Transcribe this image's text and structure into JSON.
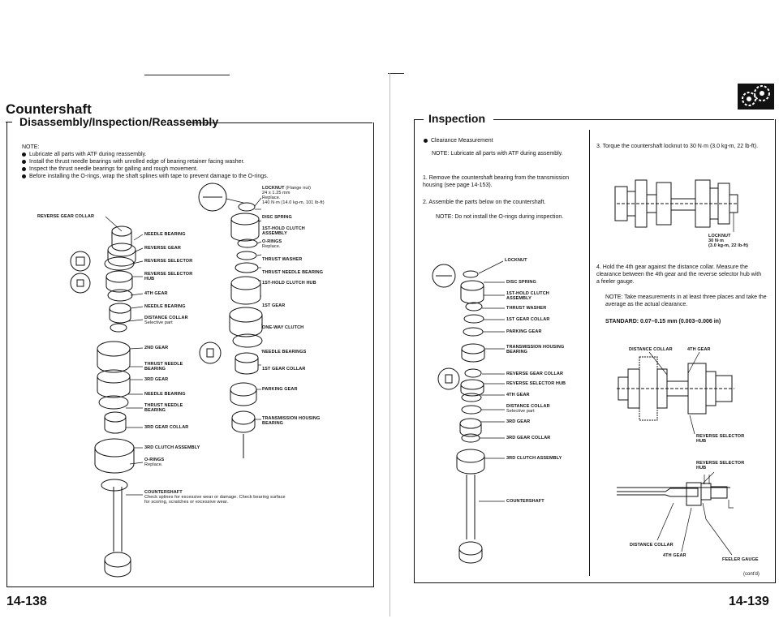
{
  "left_page": {
    "section_title": "Countershaft",
    "subsection_title": "Disassembly/Inspection/Reassembly",
    "note_heading": "NOTE:",
    "notes": [
      "Lubricate all parts with ATF during reassembly.",
      "Install the thrust needle bearings with unrolled edge of bearing retainer facing washer.",
      "Inspect the thrust needle bearings for galling and rough movement.",
      "Before installing the O-rings, wrap the shaft splines with tape to prevent damage to the O-rings."
    ],
    "labels_left": {
      "reverse_gear_collar": "REVERSE GEAR COLLAR",
      "needle_bearing_1": "NEEDLE BEARING",
      "reverse_gear": "REVERSE GEAR",
      "reverse_selector": "REVERSE SELECTOR",
      "reverse_selector_hub": "REVERSE SELECTOR HUB",
      "fourth_gear": "4TH GEAR",
      "needle_bearing_2": "NEEDLE BEARING",
      "distance_collar": "DISTANCE COLLAR",
      "distance_collar_sub": "Selective part",
      "second_gear": "2ND GEAR",
      "thrust_needle_bearing_1": "THRUST NEEDLE BEARING",
      "third_gear": "3RD GEAR",
      "needle_bearing_3": "NEEDLE BEARING",
      "thrust_needle_bearing_2": "THRUST NEEDLE BEARING",
      "third_gear_collar": "3RD GEAR COLLAR",
      "third_clutch_assembly": "3RD CLUTCH ASSEMBLY",
      "o_rings": "O-RINGS",
      "o_rings_sub": "Replace.",
      "countershaft": "COUNTERSHAFT",
      "countershaft_sub": "Check splines for excessive wear or damage. Check bearing surface for scoring, scratches or excessive wear."
    },
    "labels_right": {
      "locknut": "LOCKNUT",
      "locknut_note": "(Flange nut)",
      "locknut_size": "24 x 1.25 mm",
      "locknut_replace": "Replace.",
      "locknut_torque": "140 N·m (14.0 kg-m, 101 lb-ft)",
      "disc_spring": "DISC SPRING",
      "first_hold_clutch": "1ST-HOLD CLUTCH ASSEMBLY",
      "o_rings": "O-RINGS",
      "o_rings_sub": "Replace.",
      "thrust_washer": "THRUST WASHER",
      "thrust_needle_bearing": "THRUST NEEDLE BEARING",
      "first_hold_clutch_hub": "1ST-HOLD CLUTCH HUB",
      "first_gear": "1ST GEAR",
      "one_way_clutch": "ONE-WAY CLUTCH",
      "needle_bearings": "NEEDLE BEARINGS",
      "first_gear_collar": "1ST GEAR COLLAR",
      "parking_gear": "PARKING GEAR",
      "transmission_housing_bearing": "TRANSMISSION HOUSING BEARING"
    },
    "page_number": "14-138"
  },
  "right_page": {
    "section_title": "Inspection",
    "clearance_heading": "Clearance Measurement",
    "note_lubricate": "NOTE: Lubricate all parts with ATF during assembly.",
    "step1": "1. Remove the countershaft bearing from the transmission housing (see page 14-153).",
    "step2": "2. Assemble the parts below on the countershaft.",
    "note_orings": "NOTE: Do not install the O-rings during inspection.",
    "diagram_labels": {
      "locknut": "LOCKNUT",
      "disc_spring": "DISC SPRING",
      "first_hold_clutch": "1ST-HOLD CLUTCH ASSEMBLY",
      "thrust_washer": "THRUST WASHER",
      "first_gear_collar": "1ST GEAR COLLAR",
      "parking_gear": "PARKING GEAR",
      "transmission_housing_bearing": "TRANSMISSION HOUSING BEARING",
      "reverse_gear_collar": "REVERSE GEAR COLLAR",
      "reverse_selector_hub": "REVERSE SELECTOR HUB",
      "fourth_gear": "4TH GEAR",
      "distance_collar": "DISTANCE COLLAR",
      "distance_collar_sub": "Selective part",
      "third_gear": "3RD GEAR",
      "third_gear_collar": "3RD GEAR COLLAR",
      "third_clutch_assembly": "3RD CLUTCH ASSEMBLY",
      "countershaft": "COUNTERSHAFT"
    },
    "step3": "3. Torque the countershaft locknut to 30 N·m (3.0 kg-m, 22 lb-ft).",
    "locknut_label": "LOCKNUT",
    "locknut_torque_1": "30 N·m",
    "locknut_torque_2": "(3.0 kg-m, 22 lb-ft)",
    "step4": "4. Hold the 4th gear against the distance collar. Measure the clearance between the 4th gear and the reverse selector hub with a feeler gauge.",
    "note_measure": "NOTE: Take measurements in at least three places and take the average as the actual clearance.",
    "standard": "STANDARD: 0.07–0.15 mm (0.003–0.006 in)",
    "fig2_distance_collar": "DISTANCE COLLAR",
    "fig2_fourth_gear": "4TH GEAR",
    "fig2_reverse_selector_hub": "REVERSE SELECTOR HUB",
    "fig3_reverse_selector_hub": "REVERSE SELECTOR HUB",
    "fig3_distance_collar": "DISTANCE COLLAR",
    "fig3_fourth_gear": "4TH GEAR",
    "fig3_feeler_gauge": "FEELER GAUGE",
    "contd": "(cont'd)",
    "page_number": "14-139"
  }
}
